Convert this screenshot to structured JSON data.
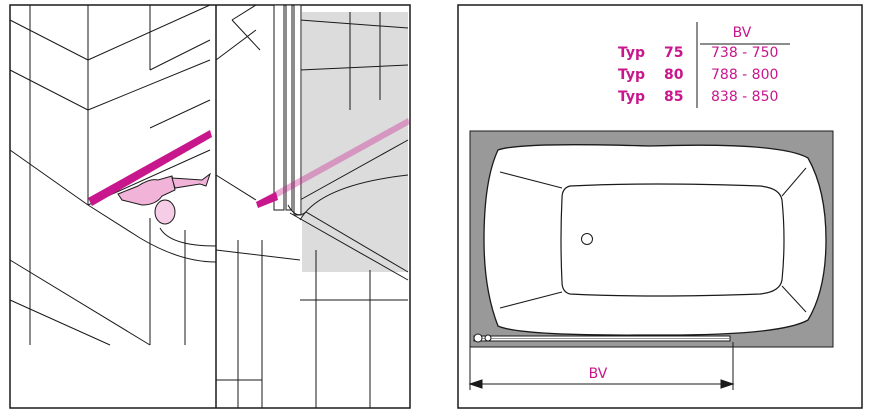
{
  "left_panel": {
    "scene_1": {
      "description_icon": "silicone-cartridge-icon"
    },
    "scene_2": {
      "description_icon": "shower-screen-profile-icon"
    }
  },
  "right_panel": {
    "table": {
      "header_bv": "BV",
      "rows": [
        {
          "label": "Typ",
          "type": "75",
          "range": "738 - 750"
        },
        {
          "label": "Typ",
          "type": "80",
          "range": "788 - 800"
        },
        {
          "label": "Typ",
          "type": "85",
          "range": "838 - 850"
        }
      ]
    },
    "dimension_label": "BV"
  },
  "colors": {
    "accent_magenta": "#c8168c",
    "tub_surround": "#999999",
    "glass_grey": "#dcdcdc",
    "line": "#1a1a1a"
  }
}
